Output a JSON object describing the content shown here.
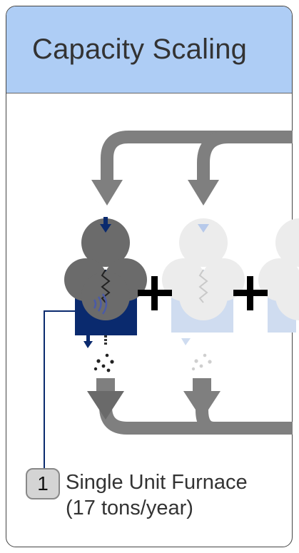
{
  "title": "Capacity Scaling",
  "units": [
    {
      "name": "unit-1",
      "state": "active"
    },
    {
      "name": "unit-2",
      "state": "faded"
    },
    {
      "name": "unit-3",
      "state": "faded-partial"
    }
  ],
  "operators": [
    "+",
    "+"
  ],
  "callout": {
    "number": "1",
    "line1": "Single Unit Furnace",
    "line2": "(17 tons/year)"
  },
  "colors": {
    "header_bg": "#aecdf5",
    "active_body": "#0a2a6e",
    "active_shell": "#6b6b6b",
    "faded_body": "#cfdcf0",
    "faded_shell": "#ececec",
    "arrow": "#7f7f7f",
    "callout_line": "#0a2a6e"
  }
}
